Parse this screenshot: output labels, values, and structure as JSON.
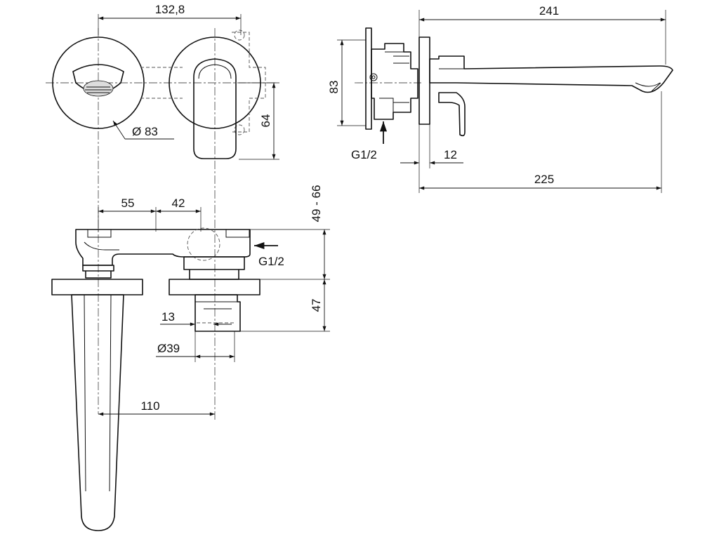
{
  "dimensions": {
    "front_view_width": "132,8",
    "rosette_diameter": "Ø 83",
    "lever_height": "64",
    "side_body_height": "83",
    "side_inlet_thread": "G1/2",
    "side_total_length": "241",
    "side_rosette_thickness": "12",
    "side_spout_projection": "225",
    "top_offset_left": "55",
    "top_offset_right": "42",
    "top_wall_depth_range": "49 - 66",
    "top_inlet_thread": "G1/2",
    "top_body_depth": "47",
    "top_sleeve": "13",
    "top_body_diameter": "Ø39",
    "top_center_distance": "110"
  }
}
